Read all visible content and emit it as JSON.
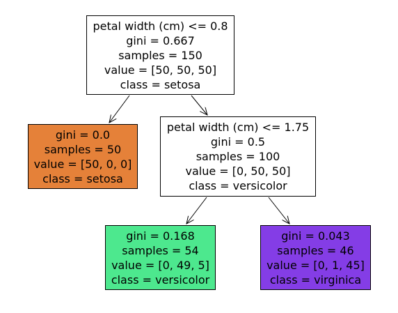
{
  "tree": {
    "nodes": [
      {
        "id": "root",
        "lines": [
          "petal width (cm) <= 0.8",
          "gini = 0.667",
          "samples = 150",
          "value = [50, 50, 50]",
          "class = setosa"
        ],
        "fill": "#ffffff"
      },
      {
        "id": "left",
        "lines": [
          "gini = 0.0",
          "samples = 50",
          "value = [50, 0, 0]",
          "class = setosa"
        ],
        "fill": "#e58139"
      },
      {
        "id": "right",
        "lines": [
          "petal width (cm) <= 1.75",
          "gini = 0.5",
          "samples = 100",
          "value = [0, 50, 50]",
          "class = versicolor"
        ],
        "fill": "#ffffff"
      },
      {
        "id": "rl",
        "lines": [
          "gini = 0.168",
          "samples = 54",
          "value = [0, 49, 5]",
          "class = versicolor"
        ],
        "fill": "#4de88e"
      },
      {
        "id": "rr",
        "lines": [
          "gini = 0.043",
          "samples = 46",
          "value = [0, 1, 45]",
          "class = virginica"
        ],
        "fill": "#843de6"
      }
    ],
    "edges": [
      {
        "from": "root",
        "to": "left"
      },
      {
        "from": "root",
        "to": "right"
      },
      {
        "from": "right",
        "to": "rl"
      },
      {
        "from": "right",
        "to": "rr"
      }
    ]
  }
}
